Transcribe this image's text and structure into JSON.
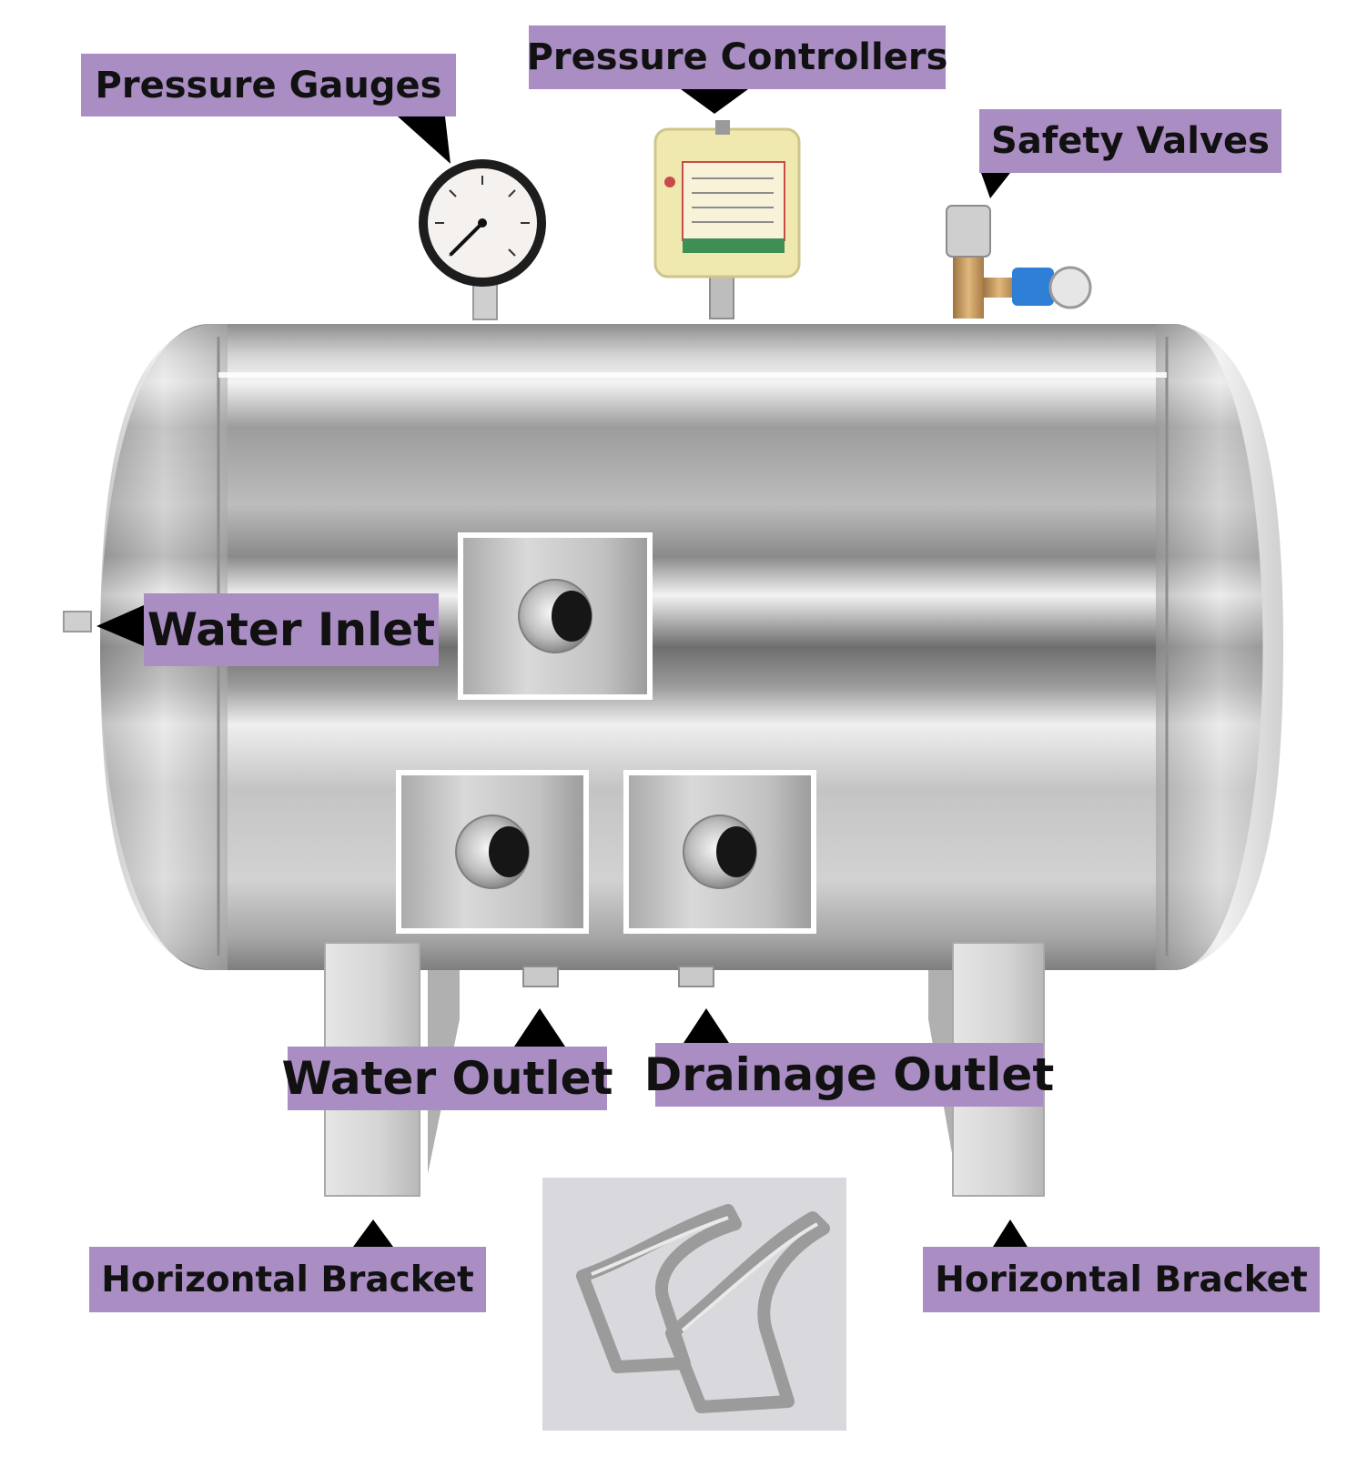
{
  "labels": {
    "pressure_gauges": "Pressure Gauges",
    "pressure_controllers": "Pressure Controllers",
    "safety_valves": "Safety Valves",
    "water_inlet": "Water Inlet",
    "water_outlet": "Water Outlet",
    "drainage_outlet": "Drainage Outlet",
    "horizontal_bracket_left": "Horizontal Bracket",
    "horizontal_bracket_right": "Horizontal Bracket"
  },
  "colors": {
    "label_bg": "#a98dc3",
    "label_text": "#111111",
    "pointer": "#000000",
    "steel": "#c4c4c4",
    "background": "#ffffff"
  },
  "icons": {
    "gauge": "pressure-gauge-icon",
    "controller": "pressure-controller-icon",
    "valve": "safety-valve-icon",
    "port": "threaded-port-icon",
    "bracket": "saddle-bracket-icon"
  }
}
